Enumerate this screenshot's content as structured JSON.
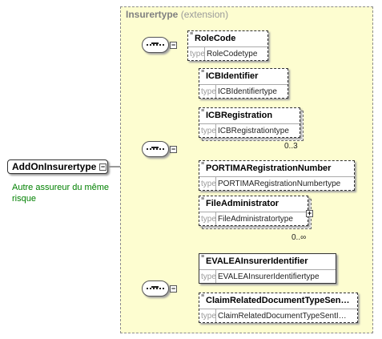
{
  "extension": {
    "name": "Insurertype",
    "kind": "(extension)"
  },
  "root": {
    "name": "AddOnInsurertype",
    "documentation": "Autre assureur du même risque"
  },
  "elements": [
    {
      "name": "RoleCode",
      "type_label": "type",
      "type": "RoleCodetype",
      "optional": true
    },
    {
      "name": "ICBIdentifier",
      "type_label": "type",
      "type": "ICBIdentifiertype",
      "optional": true
    },
    {
      "name": "ICBRegistration",
      "type_label": "type",
      "type": "ICBRegistrationtype",
      "optional": true,
      "occurrence": "0..3"
    },
    {
      "name": "PORTIMARegistrationNumber",
      "type_label": "type",
      "type": "PORTIMARegistrationNumbertype",
      "optional": true
    },
    {
      "name": "FileAdministrator",
      "type_label": "type",
      "type": "FileAdministratortype",
      "optional": true,
      "occurrence": "0..∞"
    },
    {
      "name": "EVALEAInsurerIdentifier",
      "type_label": "type",
      "type": "EVALEAInsurerIdentifiertype",
      "optional": false
    },
    {
      "name": "ClaimRelatedDocumentTypeSen…",
      "type_label": "type",
      "type": "ClaimRelatedDocumentTypeSentI…",
      "optional": true
    }
  ],
  "icons": [
    "sequence-icon",
    "collapse-icon",
    "expand-icon",
    "element-icon"
  ]
}
